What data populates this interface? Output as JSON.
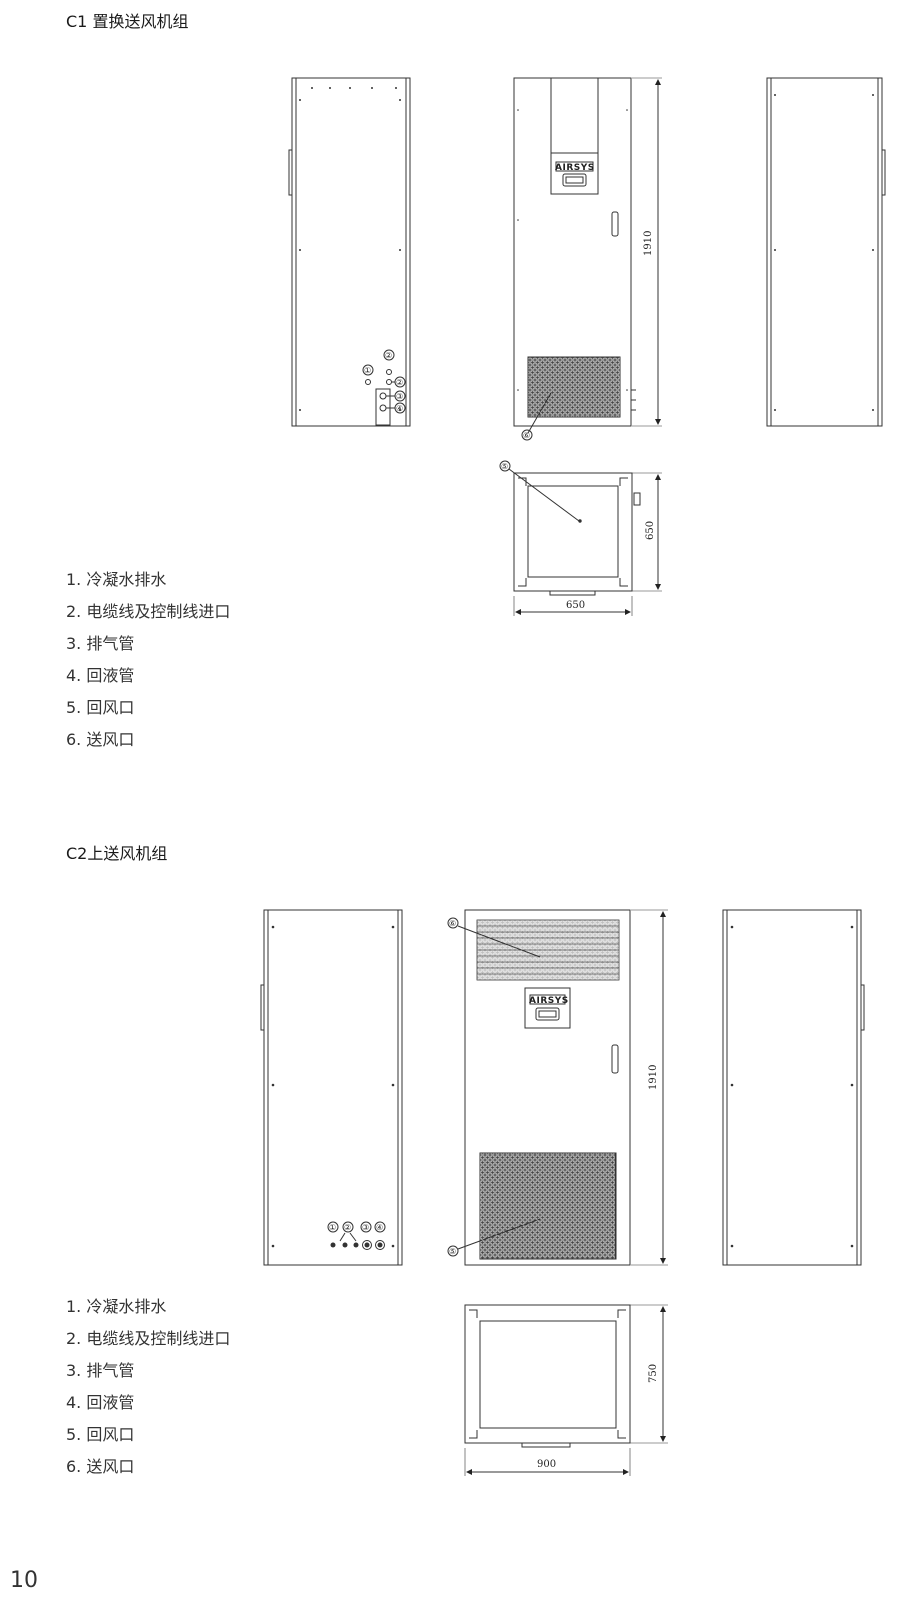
{
  "sections": [
    {
      "title": "C1 置换送风机组",
      "legend": [
        "1. 冷凝水排水",
        "2. 电缆线及控制线进口",
        "3. 排气管",
        "4. 回液管",
        "5. 回风口",
        "6. 送风口"
      ],
      "dims": {
        "height": "1910",
        "depth": "650",
        "width": "650"
      },
      "logo": "AIRSYS",
      "callouts": [
        "①",
        "②",
        "②",
        "③",
        "④",
        "⑤",
        "⑥"
      ]
    },
    {
      "title": "C2上送风机组",
      "legend": [
        "1. 冷凝水排水",
        "2. 电缆线及控制线进口",
        "3. 排气管",
        "4. 回液管",
        "5. 回风口",
        "6. 送风口"
      ],
      "dims": {
        "height": "1910",
        "depth": "750",
        "width": "900"
      },
      "logo": "AIRSYS",
      "callouts": [
        "①",
        "②",
        "③",
        "④",
        "⑥",
        "⑤"
      ]
    }
  ],
  "page_number": "10"
}
